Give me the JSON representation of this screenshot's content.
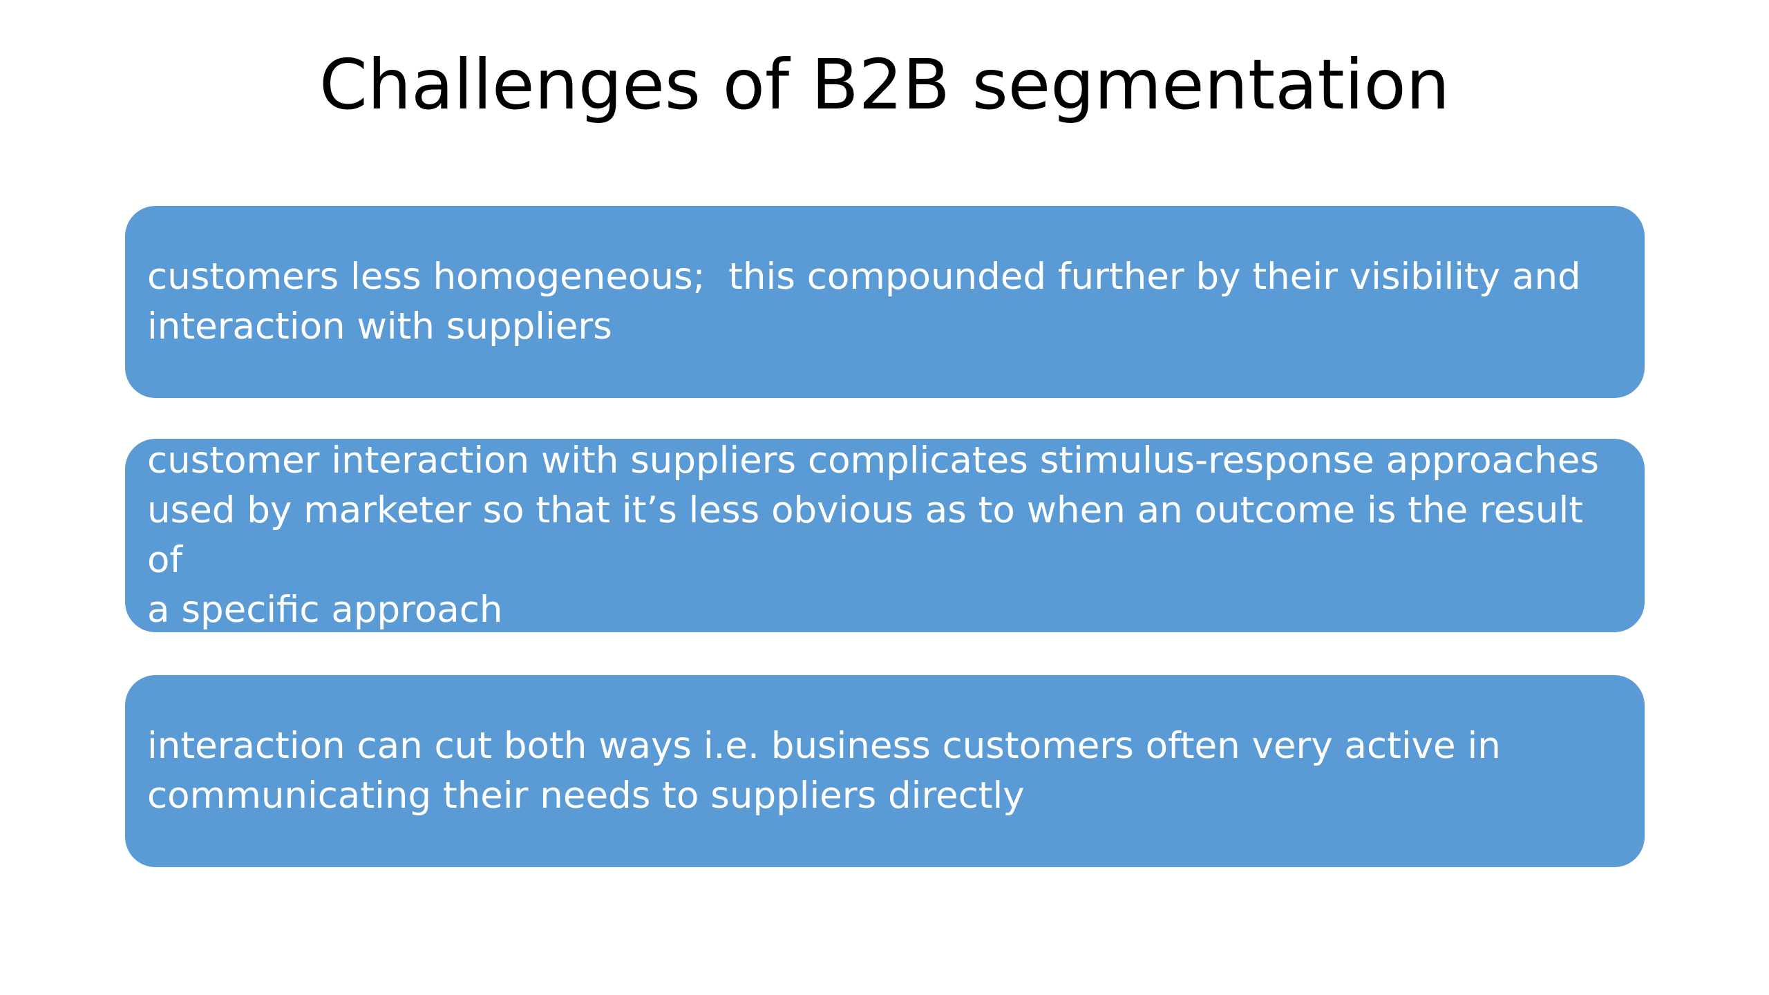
{
  "slide": {
    "title": "Challenges of B2B segmentation",
    "accent_color": "#5b9bd5",
    "items": [
      {
        "text": "customers less homogeneous;  this compounded further by their visibility and\ninteraction with suppliers"
      },
      {
        "text": "customer interaction with suppliers complicates stimulus-response approaches\nused by marketer so that it’s less obvious as to when an outcome is the result of\na specific approach"
      },
      {
        "text": "interaction can cut both ways i.e. business customers often very active in\ncommunicating their needs to suppliers directly"
      }
    ]
  }
}
